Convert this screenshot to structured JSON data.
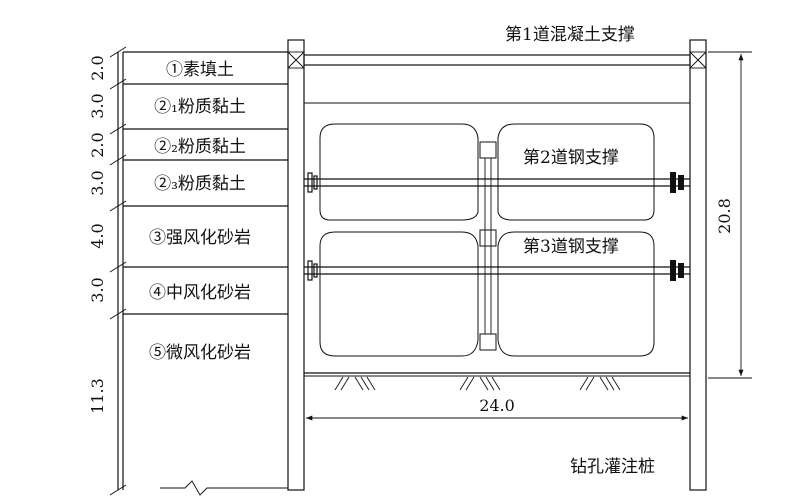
{
  "strata": [
    {
      "thickness": "2.0",
      "label": "①素填土"
    },
    {
      "thickness": "3.0",
      "label": "②₁粉质黏土"
    },
    {
      "thickness": "2.0",
      "label": "②₂粉质黏土"
    },
    {
      "thickness": "3.0",
      "label": "②₃粉质黏土"
    },
    {
      "thickness": "4.0",
      "label": "③强风化砂岩"
    },
    {
      "thickness": "3.0",
      "label": "④中风化砂岩"
    },
    {
      "thickness": "11.3",
      "label": "⑤微风化砂岩"
    }
  ],
  "supports": {
    "first": "第1道混凝土支撑",
    "second": "第2道钢支撑",
    "third": "第3道钢支撑"
  },
  "dimensions": {
    "depth": "20.8",
    "width": "24.0"
  },
  "pile_label": "钻孔灌注桩"
}
